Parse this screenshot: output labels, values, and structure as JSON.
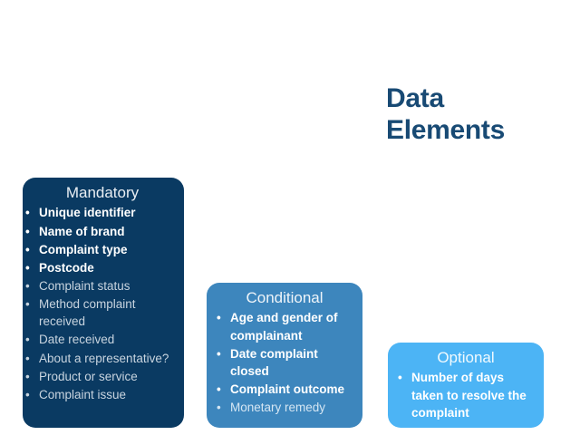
{
  "slide": {
    "title": "Data\nElements",
    "title_color": "#184a74",
    "background_color": "#ffffff"
  },
  "categories": [
    {
      "id": "mandatory",
      "header": "Mandatory",
      "box_color": "#0a3a62",
      "items": [
        {
          "text": "Unique identifier",
          "emphasis": "bold"
        },
        {
          "text": "Name of brand",
          "emphasis": "bold"
        },
        {
          "text": "Complaint type",
          "emphasis": "bold"
        },
        {
          "text": "Postcode",
          "emphasis": "bold"
        },
        {
          "text": "Complaint status",
          "emphasis": "normal"
        },
        {
          "text": "Method complaint received",
          "emphasis": "normal"
        },
        {
          "text": "Date received",
          "emphasis": "normal"
        },
        {
          "text": "About a representative?",
          "emphasis": "normal"
        },
        {
          "text": "Product or service",
          "emphasis": "normal"
        },
        {
          "text": "Complaint issue",
          "emphasis": "normal"
        }
      ]
    },
    {
      "id": "conditional",
      "header": "Conditional",
      "box_color": "#3d86bd",
      "items": [
        {
          "text": "Age and gender of complainant",
          "emphasis": "bold"
        },
        {
          "text": "Date complaint closed",
          "emphasis": "bold"
        },
        {
          "text": "Complaint outcome",
          "emphasis": "bold"
        },
        {
          "text": "Monetary remedy",
          "emphasis": "normal"
        }
      ]
    },
    {
      "id": "optional",
      "header": "Optional",
      "box_color": "#4cb4f5",
      "items": [
        {
          "text": "Number of days taken to resolve the complaint",
          "emphasis": "bold"
        }
      ]
    }
  ],
  "bullet_glyph": "•"
}
